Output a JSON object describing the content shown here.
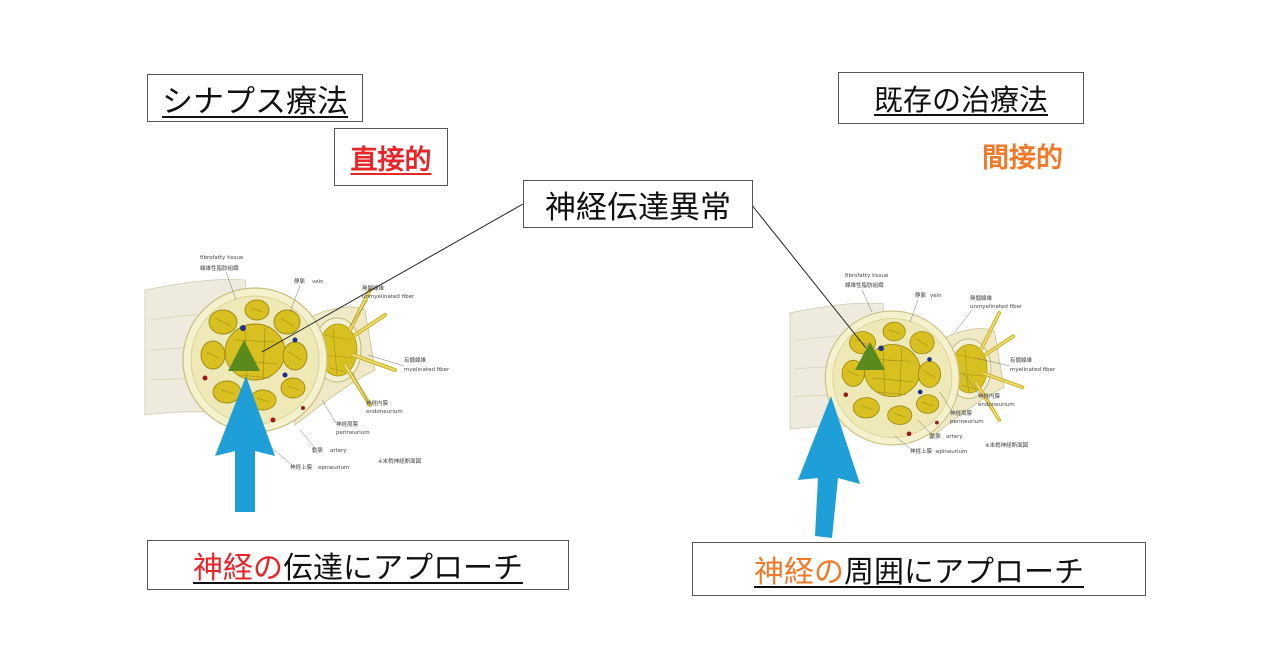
{
  "colors": {
    "red": "#e8262a",
    "orange": "#f07a2a",
    "arrow_blue": "#1f9fd8",
    "triangle_green": "#5a8a1e",
    "nerve_yellow": "#d8c021",
    "sheath_cream": "#f3efcf"
  },
  "left": {
    "title": "シナプス療法",
    "qualifier": "直接的",
    "approach_highlight": "神経の",
    "approach_rest": "伝達にアプローチ"
  },
  "right": {
    "title": "既存の治療法",
    "qualifier": "間接的",
    "approach_highlight": "神経の",
    "approach_rest": "周囲にアプローチ"
  },
  "center_label": "神経伝達異常",
  "nerve_labels": {
    "fibrofatty_en": "fibrofatty tissue",
    "fibrofatty_jp": "線維性脂肪組織",
    "vein_jp": "静脈",
    "vein_en": "vein",
    "unmyelinated_jp": "無髄線維",
    "unmyelinated_en": "unmyelinated fiber",
    "myelinated_jp": "有髄線維",
    "myelinated_en": "myelinated fiber",
    "endoneurium_jp": "神経内膜",
    "endoneurium_en": "endoneurium",
    "perineurium_jp": "神経周膜",
    "perineurium_en": "perineurium",
    "artery_jp": "動脈",
    "artery_en": "artery",
    "epineurium_jp": "神経上膜",
    "epineurium_en": "epineurium",
    "caption": "※末梢神経断面図"
  }
}
